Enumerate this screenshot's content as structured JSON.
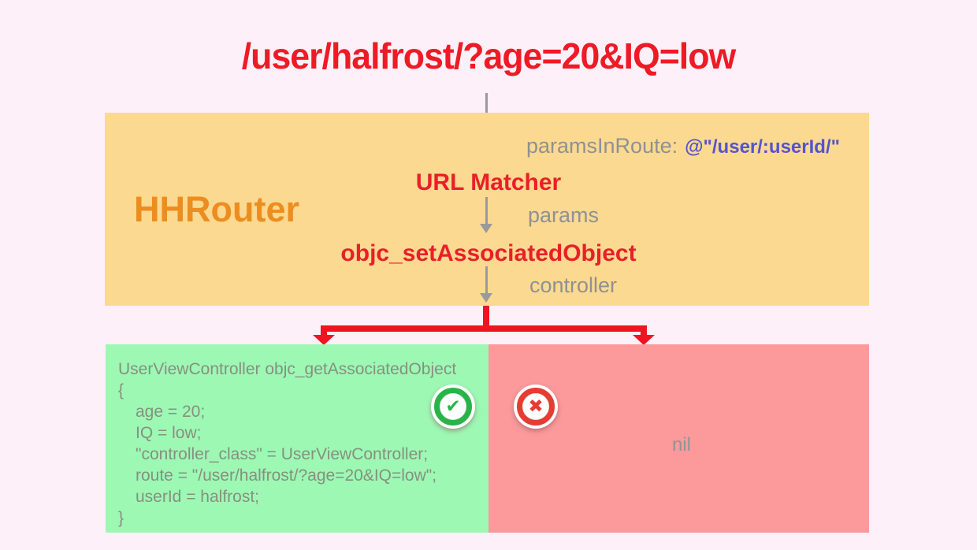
{
  "title": "/user/halfrost/?age=20&IQ=low",
  "router_box": {
    "label": "HHRouter",
    "params_in_route_label": "paramsInRoute:",
    "params_in_route_value": "@\"/user/:userId/\"",
    "url_matcher": "URL Matcher",
    "params_label": "params",
    "set_associated_object": "objc_setAssociatedObject",
    "controller_label": "controller"
  },
  "result_success": {
    "header": "UserViewController objc_getAssociatedObject",
    "code_lines": [
      "{",
      "age = 20;",
      "IQ = low;",
      "\"controller_class\" = UserViewController;",
      "route = \"/user/halfrost/?age=20&IQ=low\";",
      "userId = halfrost;",
      "}"
    ]
  },
  "result_failure": {
    "value": "nil"
  },
  "icons": {
    "check_glyph": "✔",
    "cross_glyph": "✖"
  },
  "colors": {
    "background": "#fdf0f9",
    "router_box": "#fbd990",
    "success_box": "#9df8b4",
    "failure_box": "#fb999b",
    "title_red": "#ee1b26",
    "router_label_orange": "#ec8d1f",
    "code_red": "#e8202a",
    "gray_text": "#8f9192",
    "route_blue": "#5454cd",
    "connector_red": "#f01420",
    "check_green": "#29b447",
    "cross_red": "#e63c31"
  }
}
